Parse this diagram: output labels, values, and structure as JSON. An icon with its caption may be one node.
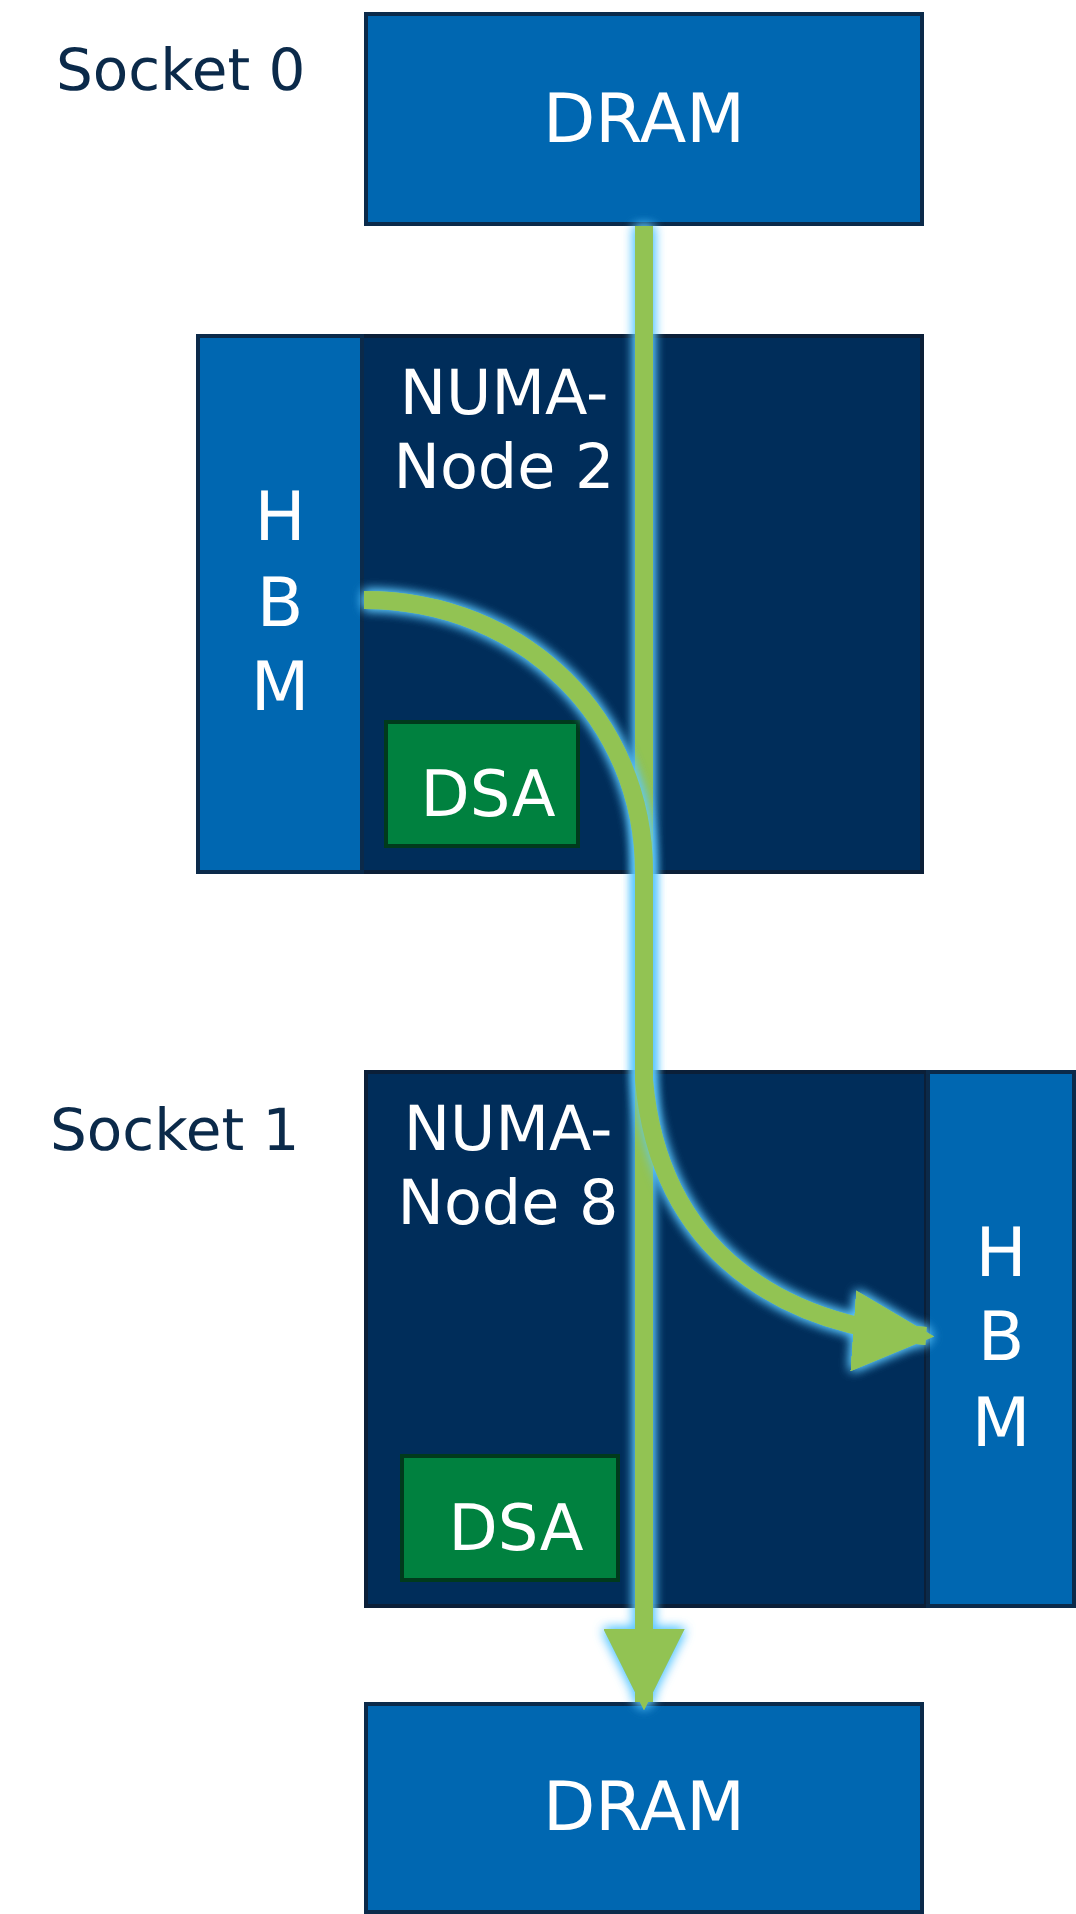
{
  "diagram": {
    "nodes": [
      {
        "text": [
          "DRAM"
        ]
      },
      {
        "text": [
          "NUMA-Node 2"
        ]
      },
      {
        "text": [
          "HBM"
        ]
      },
      {
        "text": [
          "DSA"
        ],
        "in": 1
      },
      {
        "text": [
          "NUMA-Node 8"
        ]
      },
      {
        "text": [
          "HBM"
        ]
      },
      {
        "text": [
          "DSA"
        ],
        "in": 4
      },
      {
        "text": [
          "DRAM"
        ]
      }
    ],
    "edges": [
      {
        "from": 0,
        "to": 7,
        "arrow": "to"
      },
      {
        "from": 0,
        "to": 5,
        "arrow": "to"
      },
      {
        "from": 2,
        "to": 7,
        "arrow": "to"
      },
      {
        "from": 2,
        "to": 5,
        "arrow": "to"
      }
    ],
    "labels": [
      "Socket 0",
      "Socket 1"
    ]
  }
}
